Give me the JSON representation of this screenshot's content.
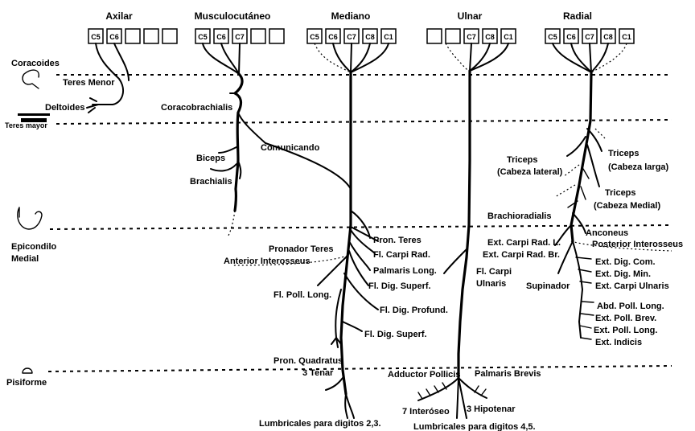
{
  "nerves": [
    {
      "title": "Axilar",
      "roots": [
        "C5",
        "C6",
        "",
        "",
        ""
      ]
    },
    {
      "title": "Musculocutáneo",
      "roots": [
        "C5",
        "C6",
        "C7",
        "",
        ""
      ]
    },
    {
      "title": "Mediano",
      "roots": [
        "C5",
        "C6",
        "C7",
        "C8",
        "C1"
      ]
    },
    {
      "title": "Ulnar",
      "roots": [
        "",
        "",
        "C7",
        "C8",
        "C1"
      ]
    },
    {
      "title": "Radial",
      "roots": [
        "C5",
        "C6",
        "C7",
        "C8",
        "C1"
      ]
    }
  ],
  "landmarks": {
    "coracoides": "Coracoides",
    "deltoides": "Deltoides",
    "teres_mayor": "Teres mayor",
    "epicondilo_1": "Epicondilo",
    "epicondilo_2": "Medial",
    "pisiforme": "Pisiforme"
  },
  "labels": {
    "teres_menor": "Teres Menor",
    "coracobrachialis": "Coracobrachialis",
    "biceps": "Biceps",
    "brachialis": "Brachialis",
    "comunicando": "Comunicando",
    "pronador_teres": "Pronador Teres",
    "anterior_interosseus": "Anterior Interosseus",
    "pron_teres": "Pron. Teres",
    "fl_carpi_rad": "Fl. Carpi Rad.",
    "palmaris_long": "Palmaris Long.",
    "fl_dig_superf_1": "Fl. Dig. Superf.",
    "fl_poll_long": "Fl. Poll. Long.",
    "fl_dig_profund": "Fl. Dig. Profund.",
    "fl_dig_superf_2": "Fl. Dig. Superf.",
    "pron_quadratus": "Pron. Quadratus",
    "tenar": "3 Tenar",
    "lumbricales_23": "Lumbricales para digitos 2,3.",
    "fl_carpi_ulnaris_1": "Fl. Carpi",
    "fl_carpi_ulnaris_2": "Ulnaris",
    "adductor_pollicis": "Adductor Pollicis",
    "palmaris_brevis": "Palmaris Brevis",
    "interoseo": "7 Interóseo",
    "hipotenar": "3 Hipotenar",
    "lumbricales_45": "Lumbricales para digitos 4,5.",
    "triceps_lat_1": "Triceps",
    "triceps_lat_2": "(Cabeza lateral)",
    "triceps_larga_1": "Triceps",
    "triceps_larga_2": "(Cabeza larga)",
    "triceps_med_1": "Triceps",
    "triceps_med_2": "(Cabeza Medial)",
    "brachioradialis": "Brachioradialis",
    "anconeus": "Anconeus",
    "posterior_interosseus": "Posterior Interosseus",
    "ext_carpi_rad_l": "Ext. Carpi Rad. L.",
    "ext_carpi_rad_br": "Ext. Carpi Rad. Br.",
    "ext_dig_com": "Ext. Dig. Com.",
    "ext_dig_min": "Ext. Dig. Min.",
    "ext_carpi_ulnaris": "Ext. Carpi Ulnaris",
    "supinador": "Supinador",
    "abd_poll_long": "Abd. Poll. Long.",
    "ext_poll_brev": "Ext. Poll. Brev.",
    "ext_poll_long": "Ext. Poll. Long.",
    "ext_indicis": "Ext. Indicis"
  }
}
